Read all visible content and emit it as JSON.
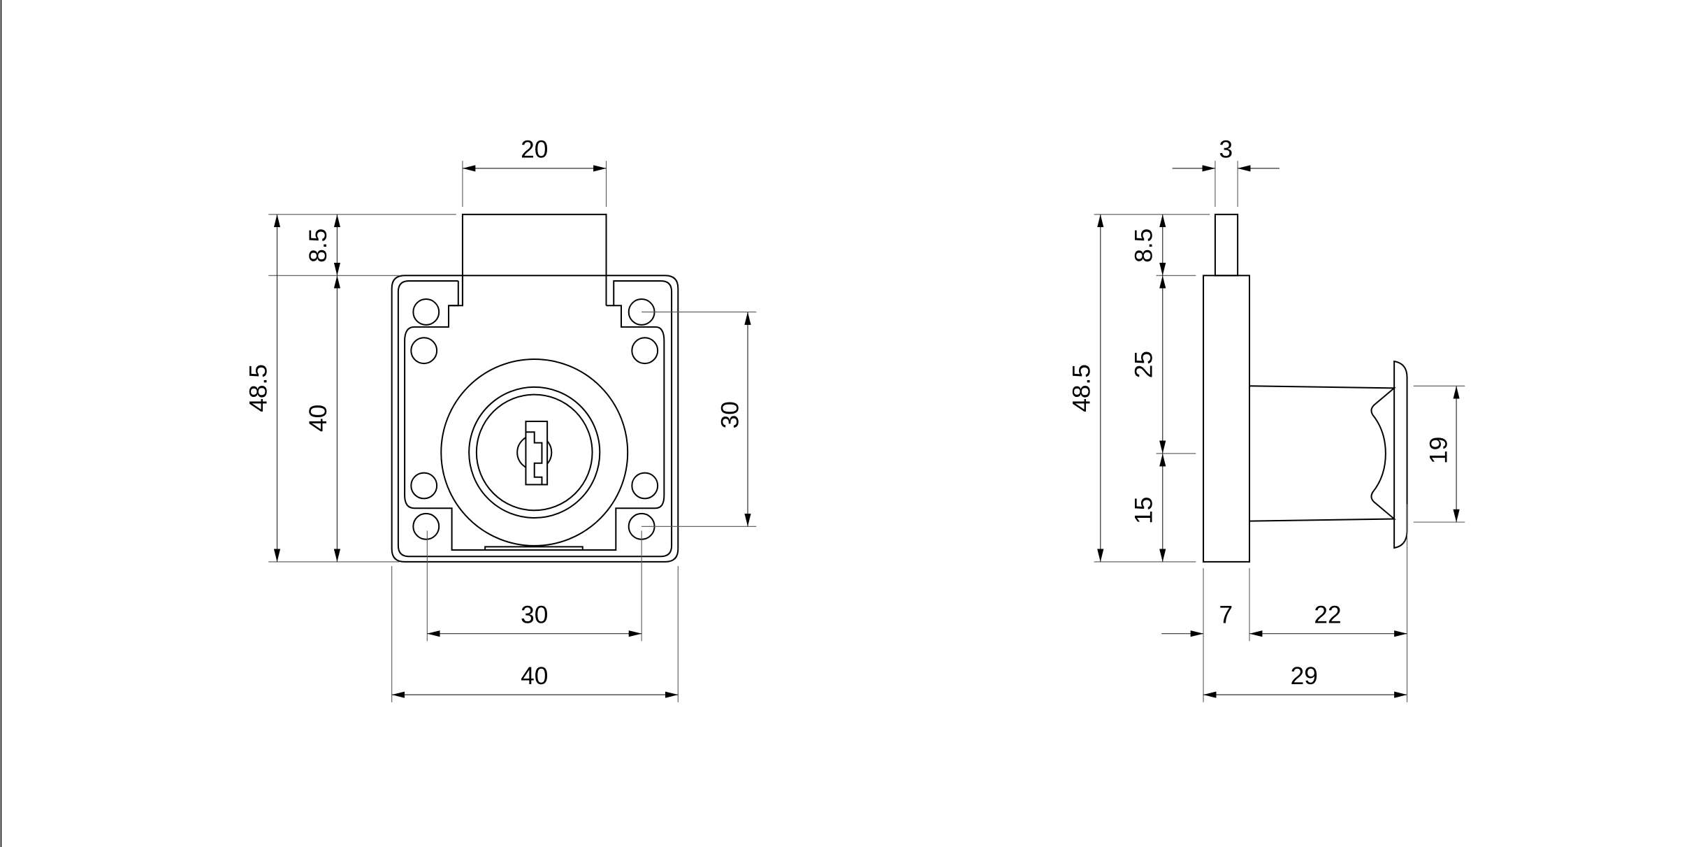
{
  "front_view": {
    "dims": {
      "bolt_width": "20",
      "total_height": "48.5",
      "bolt_projection": "8.5",
      "plate_height": "40",
      "hole_spacing_vertical": "30",
      "hole_spacing_horizontal": "30",
      "plate_width": "40"
    }
  },
  "side_view": {
    "dims": {
      "bolt_thickness": "3",
      "total_height": "48.5",
      "bolt_projection": "8.5",
      "upper_to_axis": "25",
      "axis_to_bottom": "15",
      "knob_diameter": "19",
      "body_depth": "7",
      "cylinder_length": "22",
      "total_depth": "29"
    }
  },
  "colors": {
    "line": "#000000",
    "background": "#ffffff"
  }
}
